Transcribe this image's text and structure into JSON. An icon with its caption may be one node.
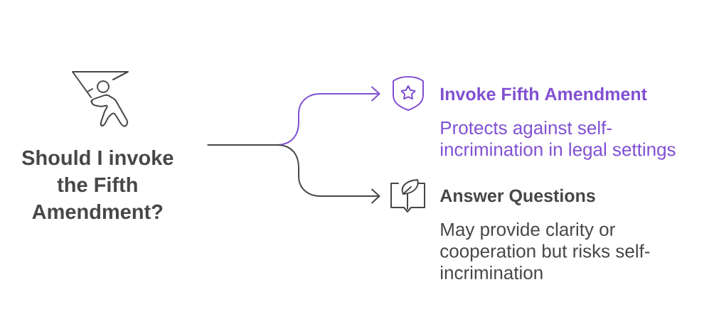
{
  "diagram": {
    "nodes": [
      {
        "text": [
          "Should I invoke the Fifth Amendment?"
        ]
      },
      {
        "text": [
          "Invoke Fifth Amendment",
          "Protects against self-incrimination in legal settings"
        ]
      },
      {
        "text": [
          "Answer Questions",
          "May provide clarity or cooperation but risks self-incrimination"
        ]
      }
    ],
    "edges": [
      {
        "from": 0,
        "to": 1,
        "arrow": "to",
        "color": "#8050d2"
      },
      {
        "from": 0,
        "to": 2,
        "arrow": "to",
        "color": "#474747"
      }
    ]
  }
}
